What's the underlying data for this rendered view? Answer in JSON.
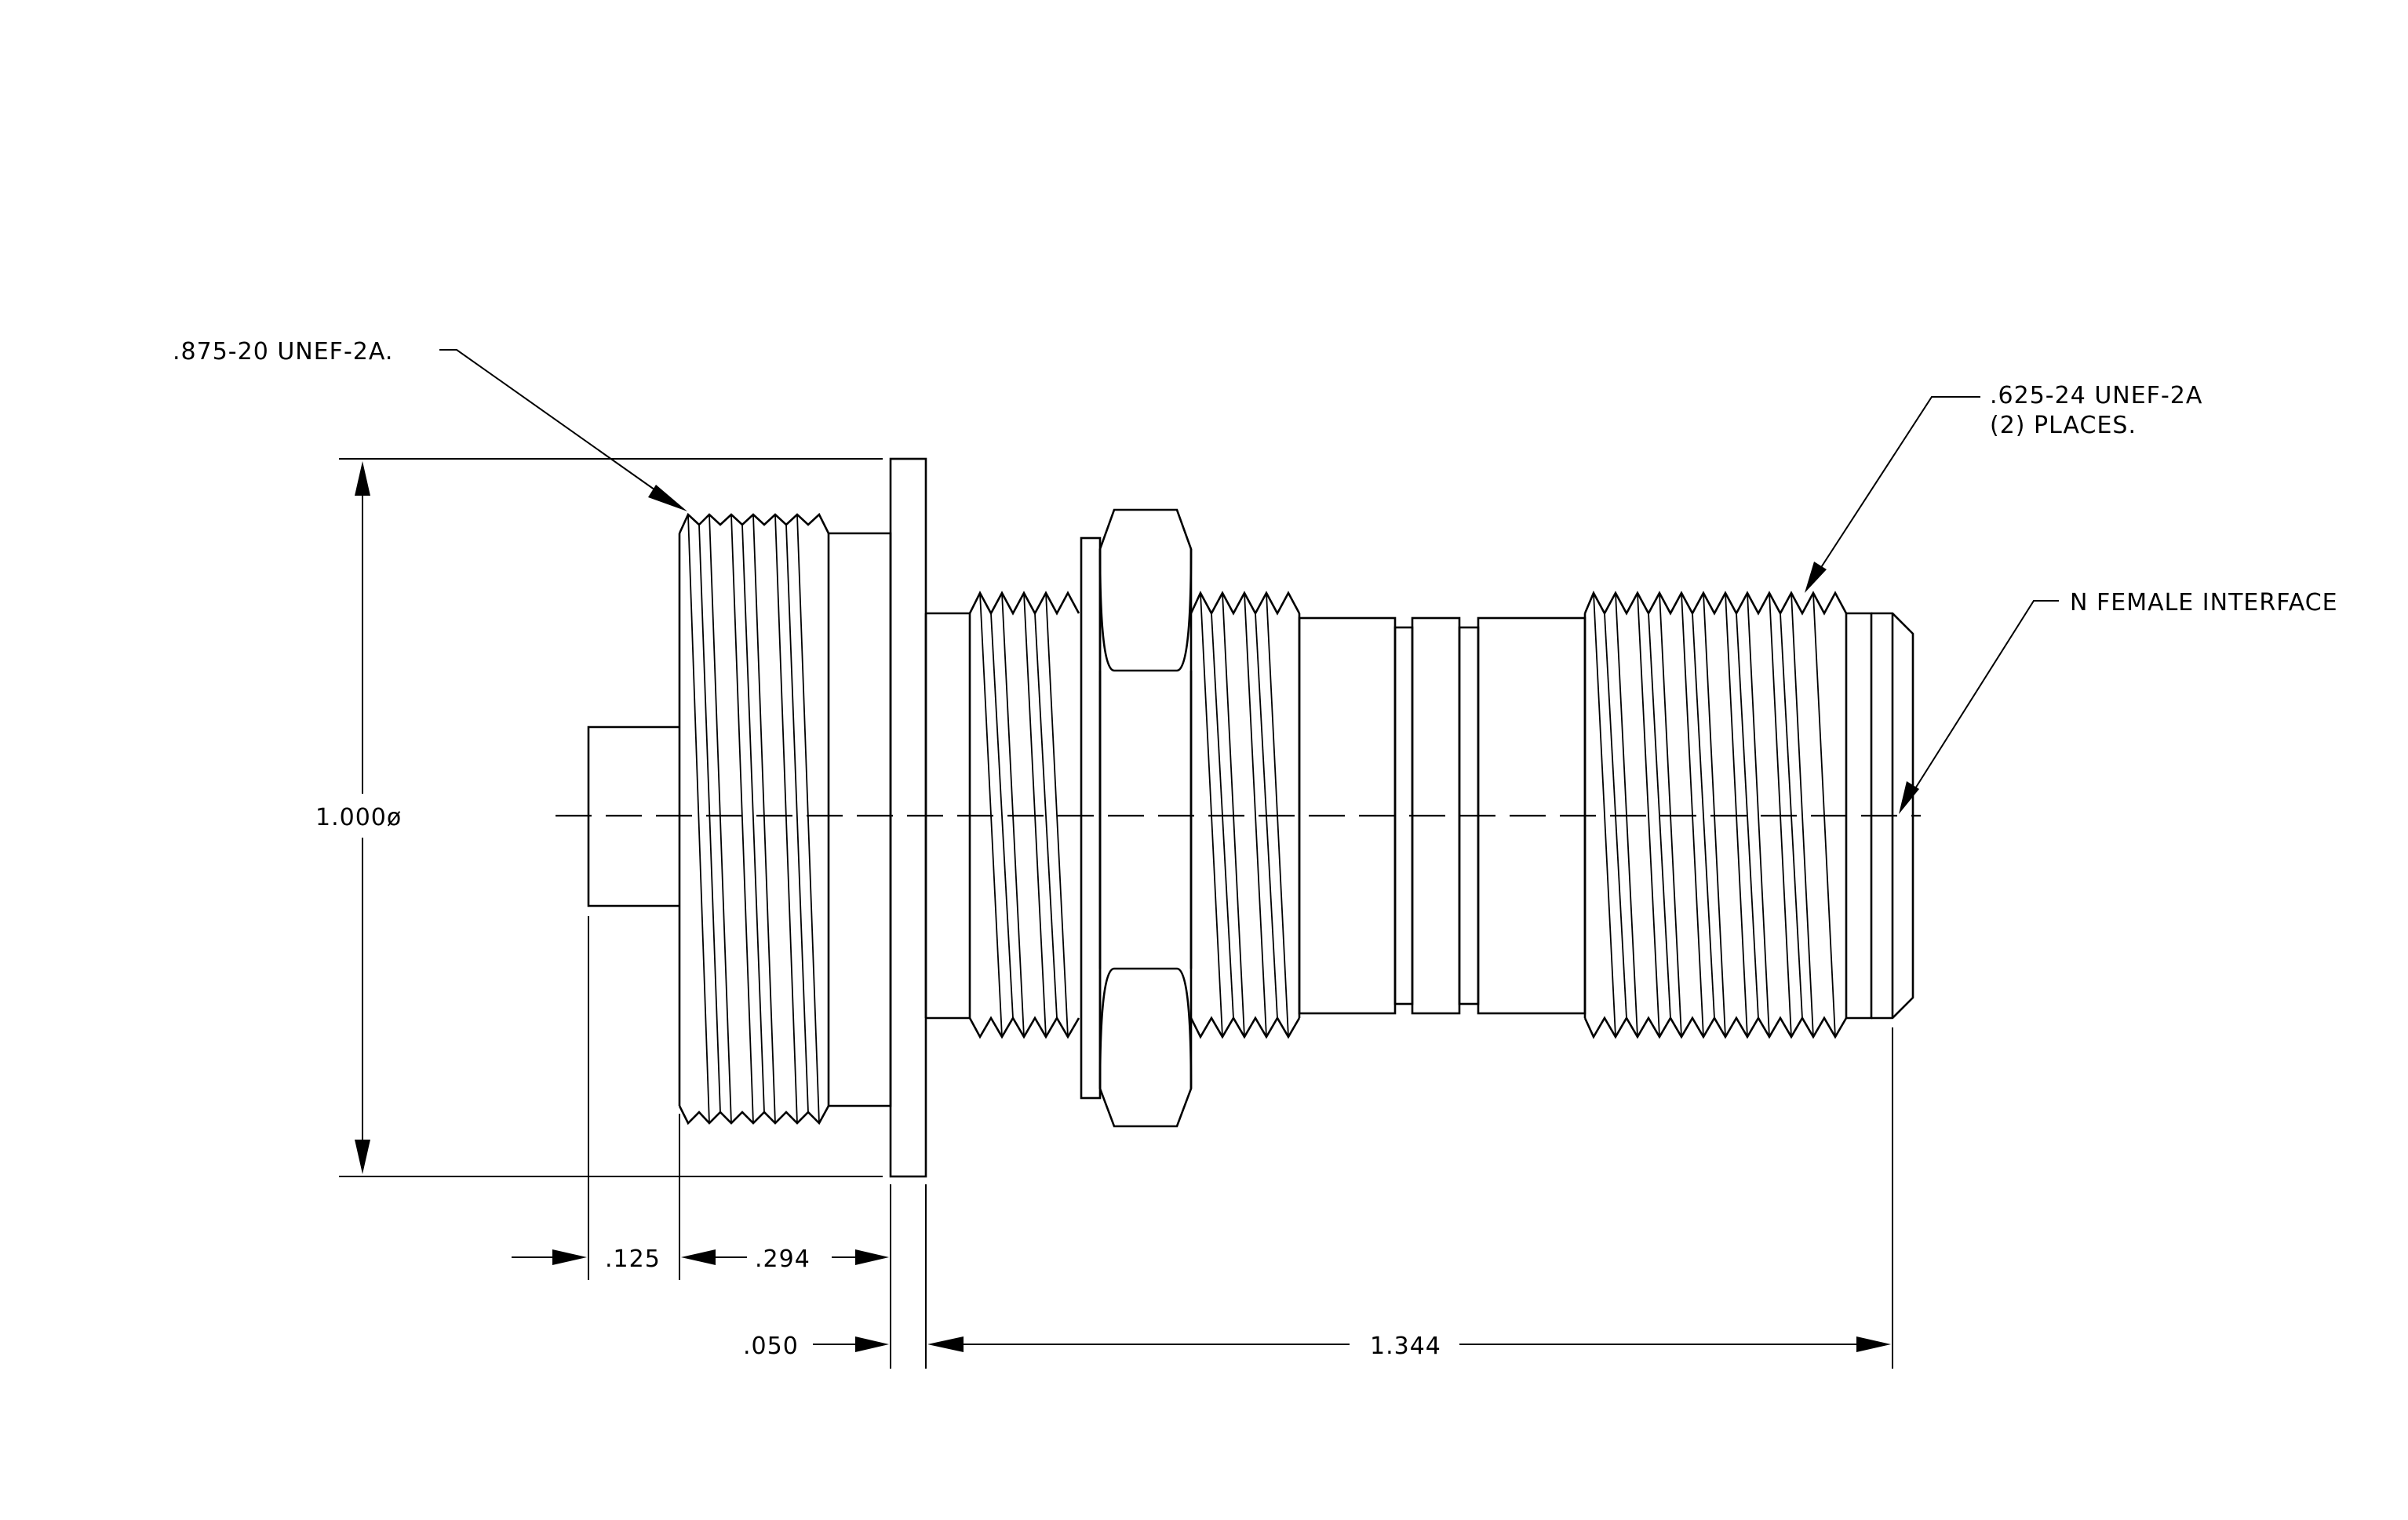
{
  "callouts": {
    "thread_large": ".875-20 UNEF-2A.",
    "thread_small_line1": ".625-24 UNEF-2A",
    "thread_small_line2": "(2) PLACES.",
    "interface": "N FEMALE INTERFACE"
  },
  "dimensions": {
    "diameter": "1.000ø",
    "pilot_length": ".125",
    "thread_length": ".294",
    "flange_thickness": ".050",
    "body_length": "1.344"
  },
  "colors": {
    "line": "#000000",
    "background": "#ffffff"
  }
}
